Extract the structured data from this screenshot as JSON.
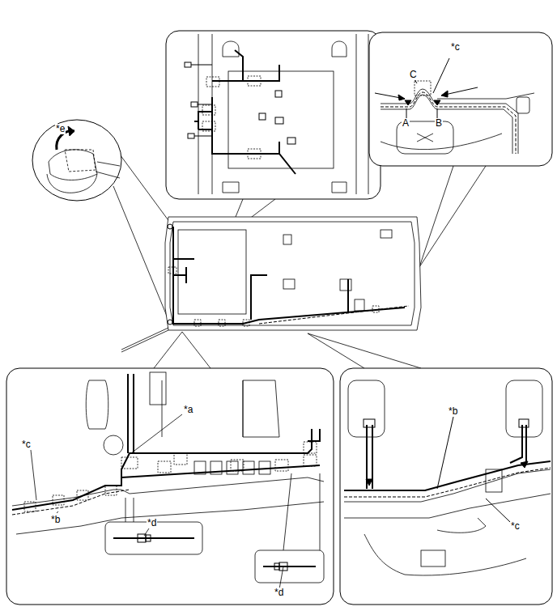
{
  "diagram": {
    "labels": [
      "*c",
      "C",
      "A",
      "B",
      "*e",
      "*a",
      "*c",
      "*b",
      "*d",
      "*d",
      "*b",
      "*c"
    ]
  }
}
